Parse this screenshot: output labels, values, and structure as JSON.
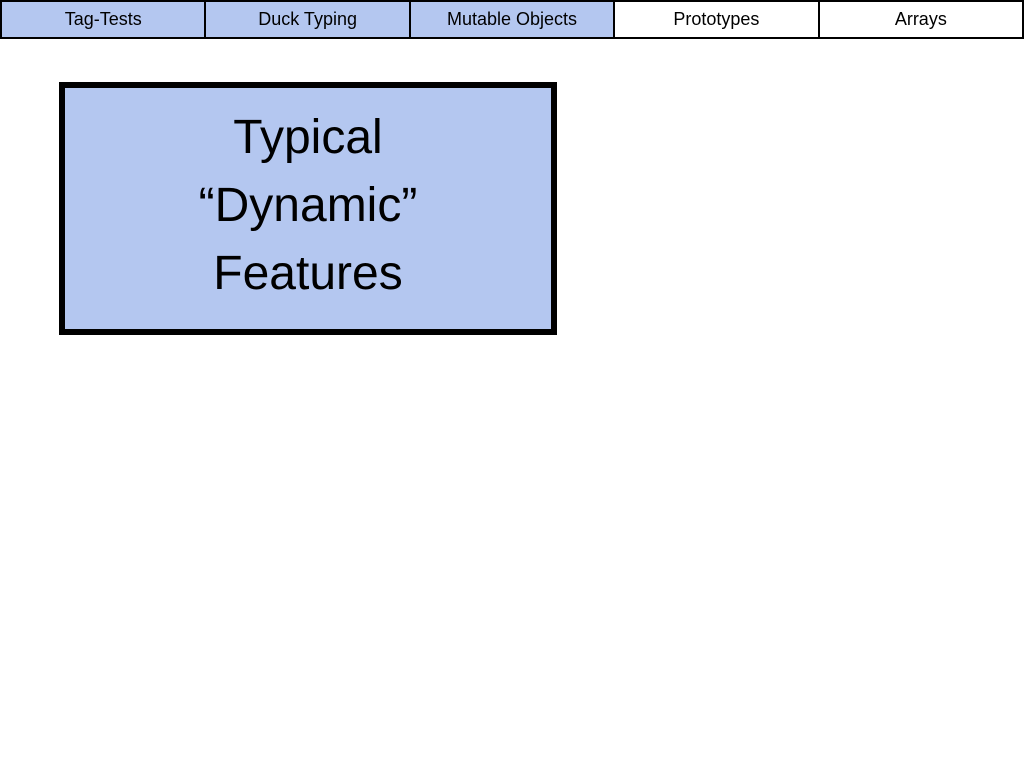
{
  "nav": {
    "tabs": [
      {
        "label": "Tag-Tests",
        "active": true
      },
      {
        "label": "Duck Typing",
        "active": true
      },
      {
        "label": "Mutable Objects",
        "active": true
      },
      {
        "label": "Prototypes",
        "active": false
      },
      {
        "label": "Arrays",
        "active": false
      }
    ]
  },
  "title_box": {
    "lines": [
      "Typical",
      "“Dynamic”",
      "Features"
    ]
  },
  "colors": {
    "highlight": "#b4c7f0",
    "border": "#000000",
    "background": "#ffffff"
  }
}
